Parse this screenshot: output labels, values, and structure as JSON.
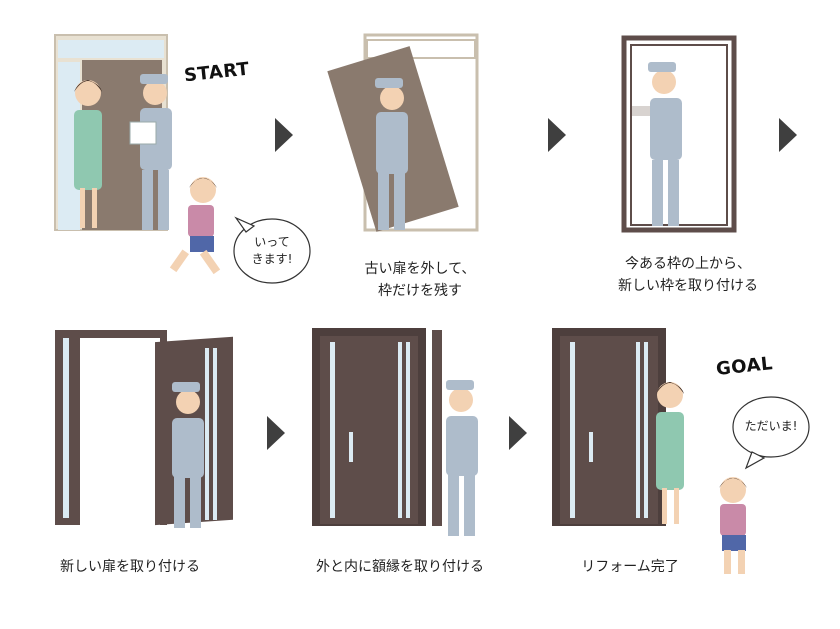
{
  "steps": [
    {
      "caption": ""
    },
    {
      "caption": "古い扉を外して、\n枠だけを残す"
    },
    {
      "caption": "今ある枠の上から、\n新しい枠を取り付ける"
    },
    {
      "caption": "新しい扉を取り付ける"
    },
    {
      "caption": "外と内に額縁を取り付ける"
    },
    {
      "caption": "リフォーム完了"
    }
  ],
  "start_label": "START",
  "goal_label": "GOAL",
  "bubbles": {
    "leaving": "いって\nきます!",
    "returning": "ただいま!"
  },
  "colors": {
    "door_brown": "#5e4d4a",
    "frame_beige": "#e8e1d2",
    "old_door": "#8a7a6e",
    "worker_blue": "#aebccb",
    "glass": "#dcebf3",
    "arrow": "#3f3f3f"
  }
}
